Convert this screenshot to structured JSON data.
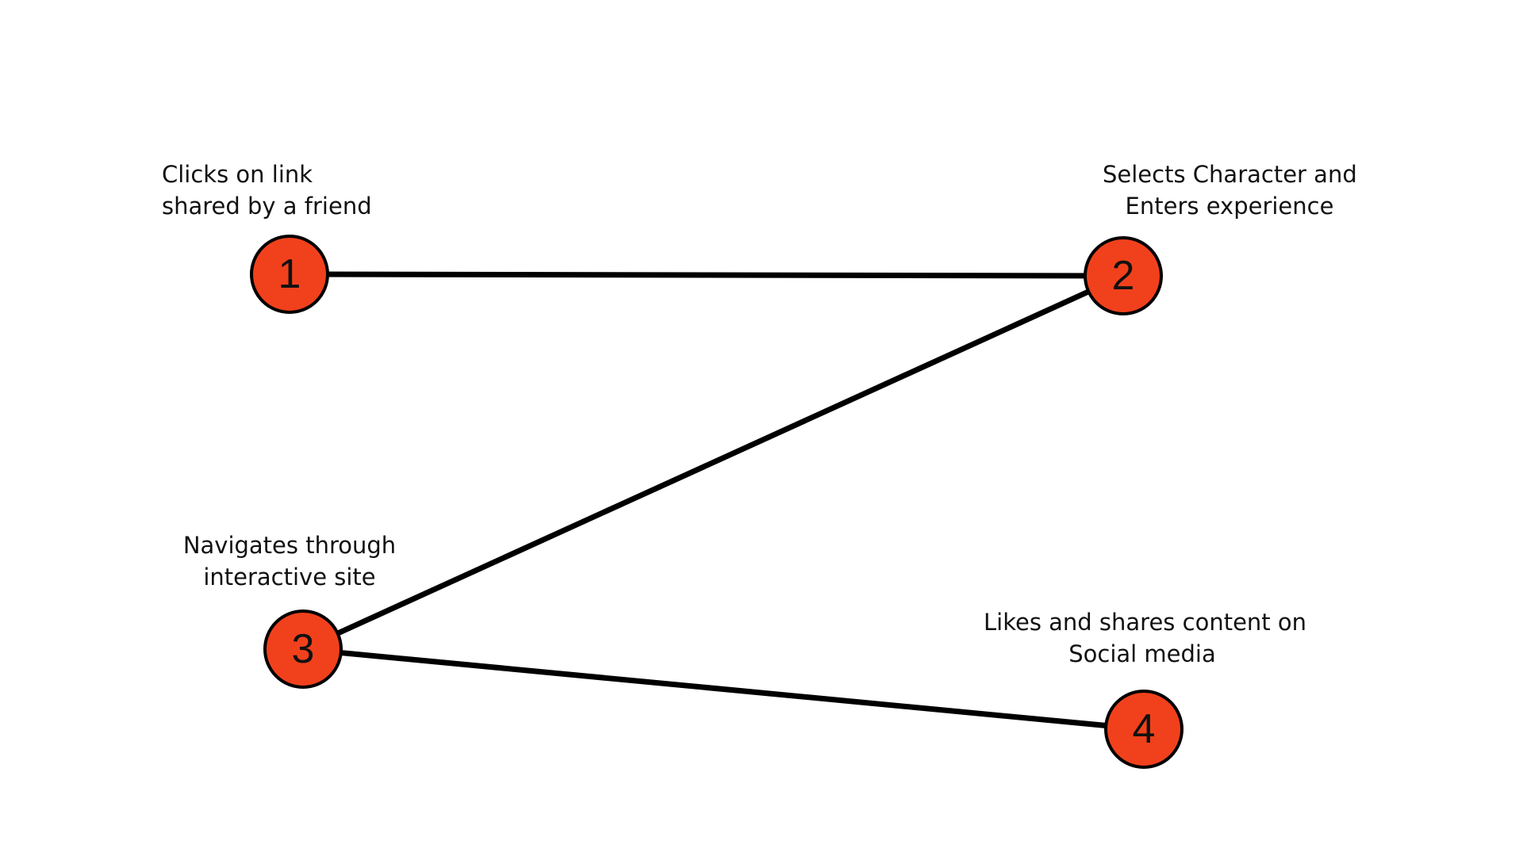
{
  "diagram": {
    "steps": [
      {
        "number": "1",
        "label_lines": [
          "Clicks on link",
          "shared by a friend"
        ]
      },
      {
        "number": "2",
        "label_lines": [
          "Selects Character and",
          "Enters experience"
        ]
      },
      {
        "number": "3",
        "label_lines": [
          "Navigates through",
          "interactive site"
        ]
      },
      {
        "number": "4",
        "label_lines": [
          "Likes and shares content on",
          "Social media"
        ]
      }
    ],
    "connections": [
      {
        "from": "1",
        "to": "2"
      },
      {
        "from": "2",
        "to": "3"
      },
      {
        "from": "3",
        "to": "4"
      }
    ],
    "colors": {
      "node_fill": "#f1411c",
      "node_stroke": "#000000",
      "line": "#000000",
      "text": "#111111"
    }
  }
}
